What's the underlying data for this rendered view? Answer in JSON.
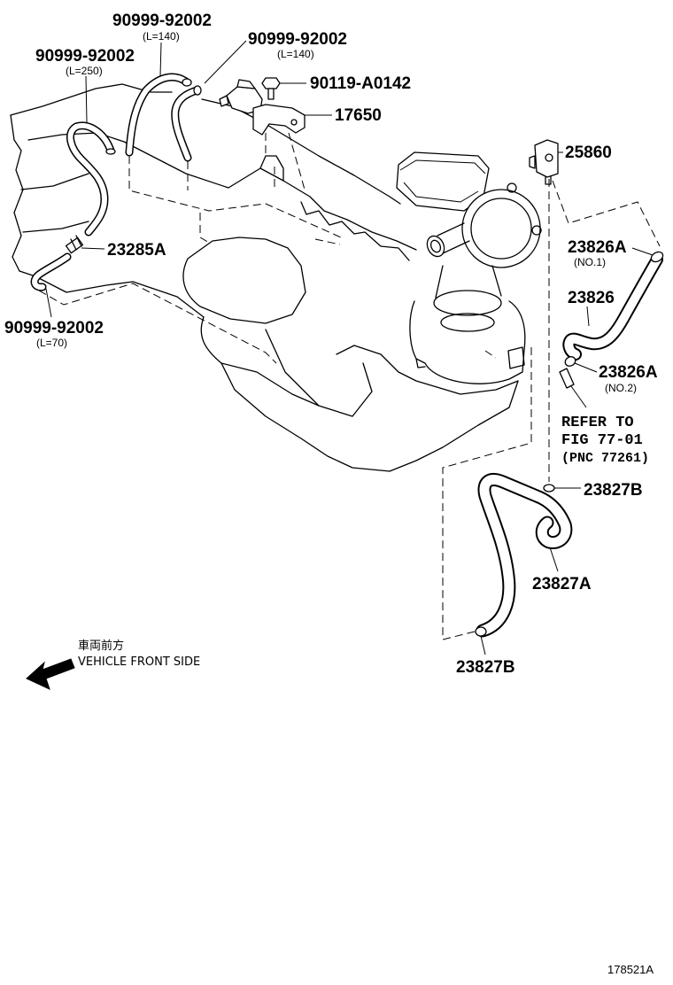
{
  "colors": {
    "ink": "#000000",
    "background": "#ffffff"
  },
  "callouts": {
    "hose_upper_center": {
      "part": "90999-92002",
      "length": "(L=140)"
    },
    "hose_upper_right": {
      "part": "90999-92002",
      "length": "(L=140)"
    },
    "hose_upper_left": {
      "part": "90999-92002",
      "length": "(L=250)"
    },
    "bolt": {
      "part": "90119-A0142"
    },
    "vsv": {
      "part": "17650"
    },
    "valve": {
      "part": "25860"
    },
    "clamp_no1": {
      "part": "23826A",
      "note": "(NO.1)"
    },
    "hose_right": {
      "part": "23826"
    },
    "clamp_no2": {
      "part": "23826A",
      "note": "(NO.2)"
    },
    "reference": {
      "line1": "REFER TO",
      "line2": "FIG 77-01",
      "line3": "(PNC 77261)"
    },
    "clamp_upper": {
      "part": "23827B"
    },
    "hose_lower": {
      "part": "23827A"
    },
    "clamp_lower": {
      "part": "23827B"
    },
    "fitting": {
      "part": "23285A"
    },
    "hose_lower_left": {
      "part": "90999-92002",
      "length": "(L=70)"
    }
  },
  "direction": {
    "label_jp": "車両前方",
    "label_en": "VEHICLE FRONT SIDE"
  },
  "figure_code": "178521A"
}
